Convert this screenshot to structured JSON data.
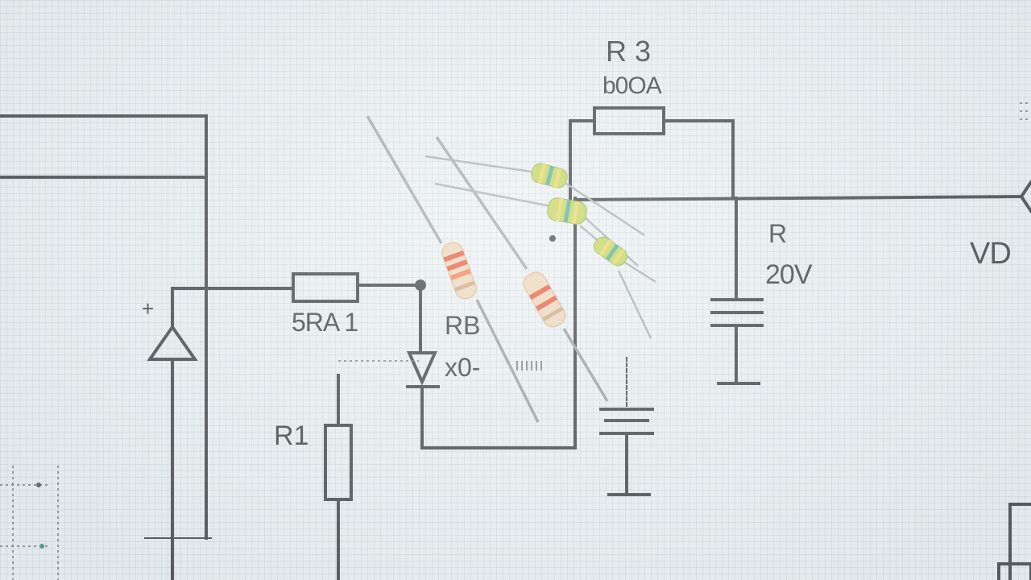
{
  "labels": {
    "r3_name": "R 3",
    "r3_value": "b0OA",
    "r_name": "R",
    "r_value": "20V",
    "vd": "VD",
    "r_left": "5RA 1",
    "rb": "RB",
    "x0": "x0-",
    "r1": "R1",
    "plus": "+"
  },
  "colors": {
    "paper": "#eaf0f2",
    "ink": "#2b2f33",
    "resistor_body_beige": "#ecd3b4",
    "band_red": "#e4502f",
    "band_green": "#9bc24a",
    "band_yellow": "#e5d45a"
  }
}
